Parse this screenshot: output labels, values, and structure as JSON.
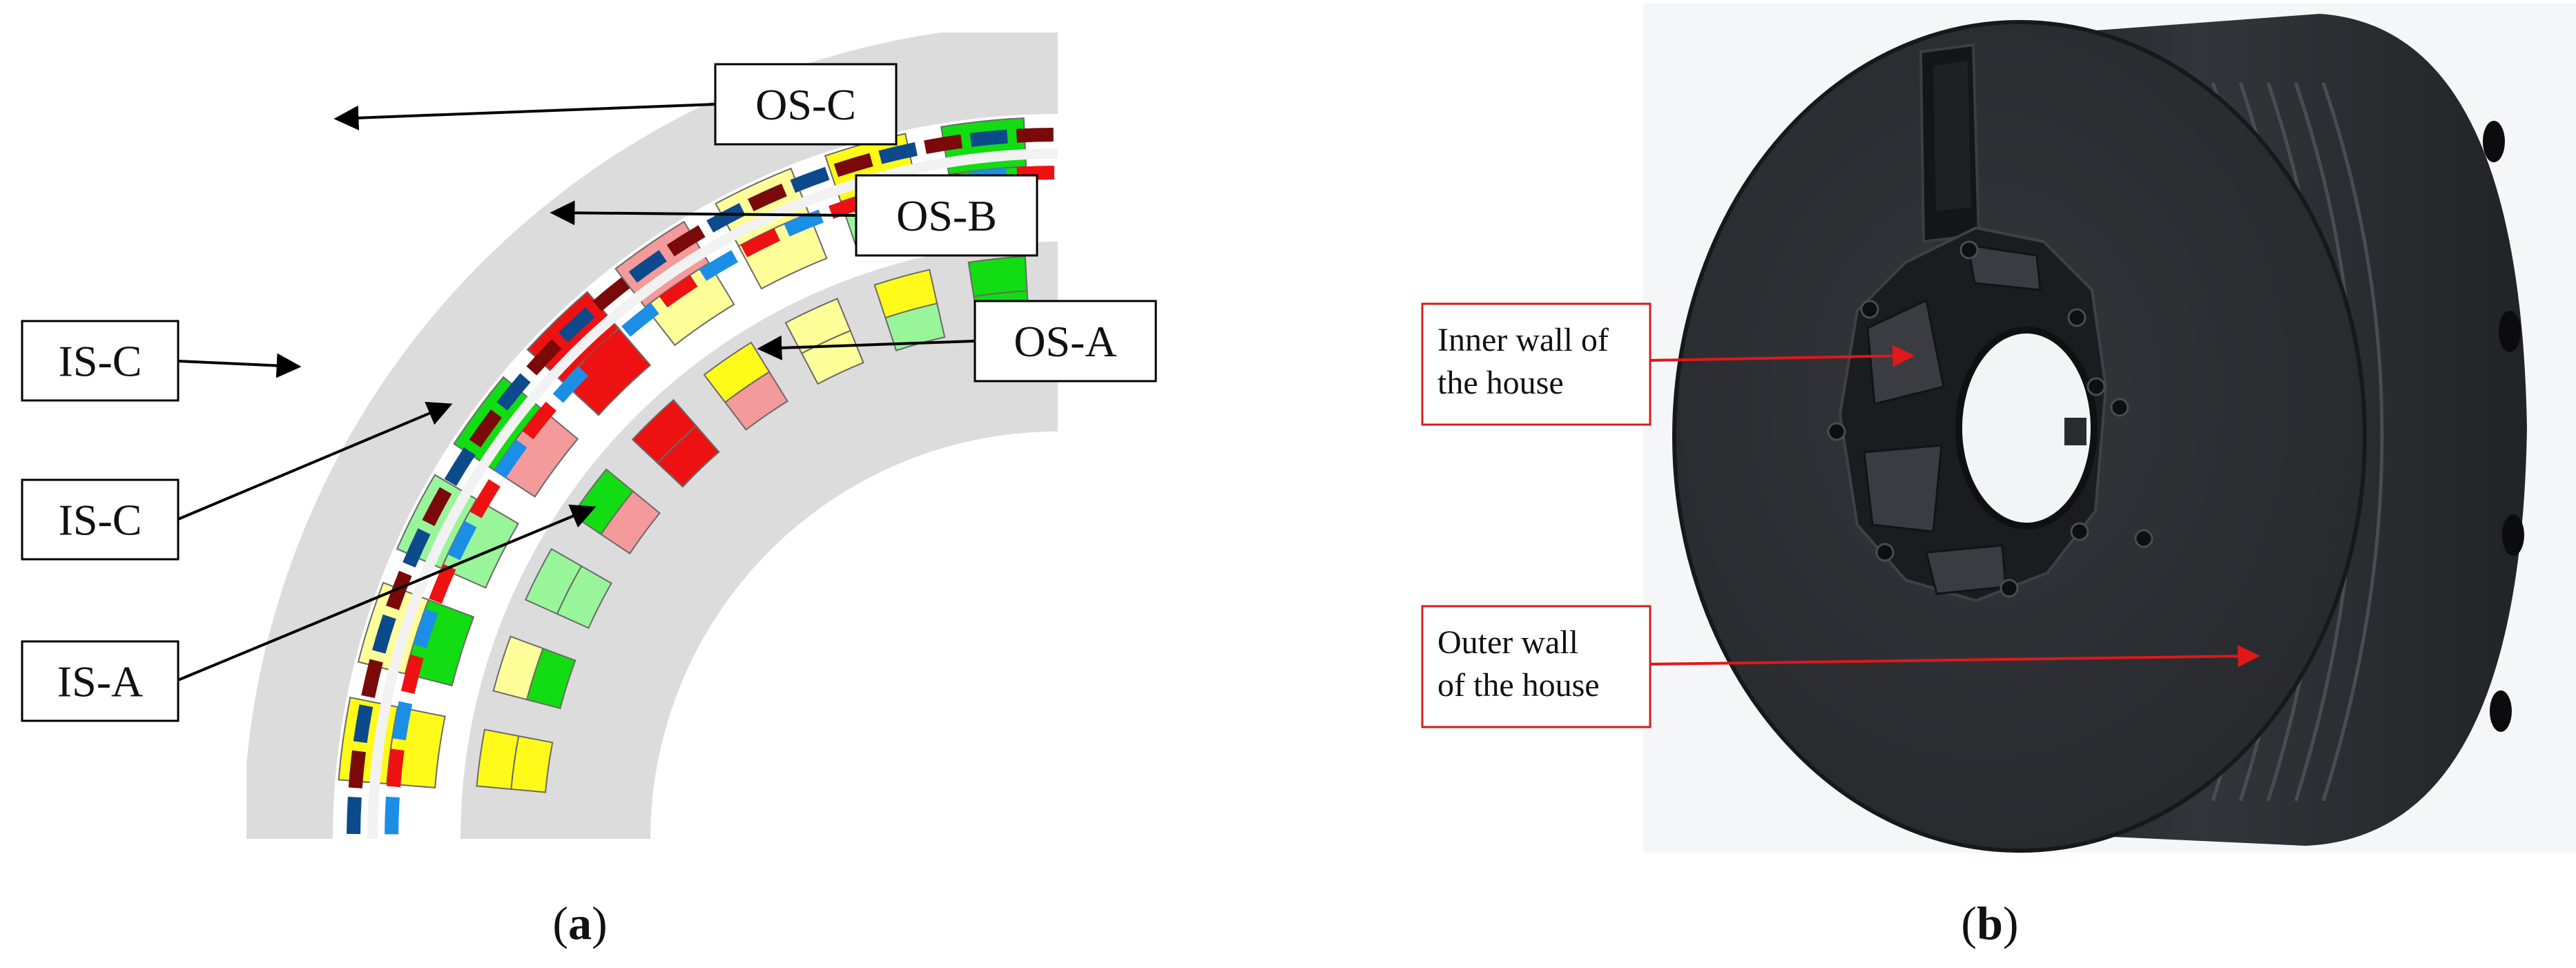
{
  "panel_a": {
    "caption": "(a)",
    "caption_letter": "a",
    "callouts": [
      {
        "id": "os-c",
        "text": "OS-C"
      },
      {
        "id": "os-b",
        "text": "OS-B"
      },
      {
        "id": "os-a",
        "text": "OS-A"
      },
      {
        "id": "is-c-1",
        "text": "IS-C"
      },
      {
        "id": "is-c-2",
        "text": "IS-C"
      },
      {
        "id": "is-a",
        "text": "IS-A"
      }
    ]
  },
  "panel_b": {
    "caption": "(b)",
    "caption_letter": "b",
    "callouts": [
      {
        "id": "inner-wall",
        "lines": [
          "Inner wall of",
          "the house"
        ]
      },
      {
        "id": "outer-wall",
        "lines": [
          "Outer wall",
          "of the house"
        ]
      }
    ]
  },
  "colors": {
    "stator": "#dcdcdc",
    "green": "#12dc12",
    "light_green": "#99f599",
    "yellow": "#fffa19",
    "light_yellow": "#ffff99",
    "red": "#ee1111",
    "pink": "#f49a9a",
    "dark_red": "#7a0a0a",
    "blue": "#1b8fe6",
    "dark_blue": "#0c4a8c",
    "housing": "#2a2c30",
    "callout_border_b": "#d21e1e",
    "arrow_b": "#e01818"
  }
}
